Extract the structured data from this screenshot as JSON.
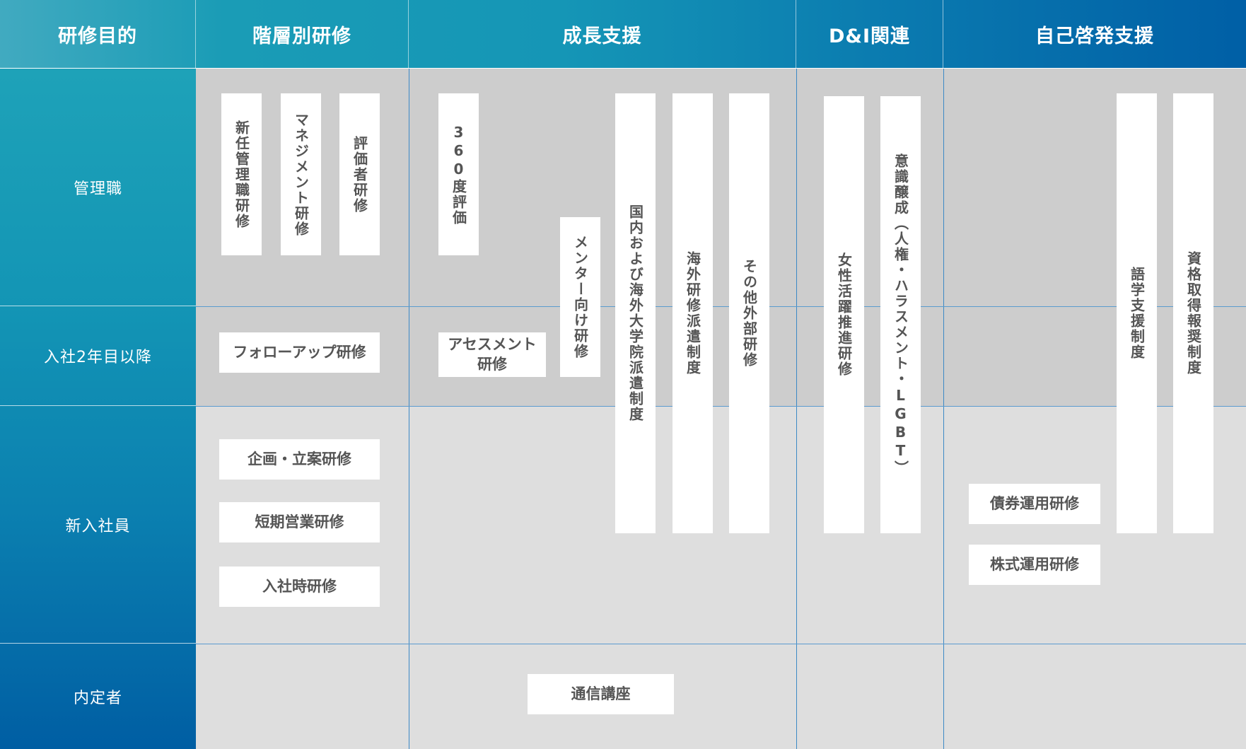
{
  "headers": {
    "purpose": "研修目的",
    "tiered": "階層別研修",
    "growth": "成長支援",
    "dni": "D&I関連",
    "self": "自己啓発支援"
  },
  "rows": {
    "manager": "管理職",
    "second_year": "入社2年目以降",
    "new_hire": "新入社員",
    "prospective": "内定者"
  },
  "tiered": {
    "new_manager": "新任管理職研修",
    "management": "マネジメント研修",
    "evaluator": "評価者研修",
    "follow_up": "フォローアップ研修",
    "planning": "企画・立案研修",
    "short_sales": "短期営業研修",
    "onboarding": "入社時研修"
  },
  "growth": {
    "eval_360": "360度評価",
    "assessment": "アセスメント\n研修",
    "mentor": "メンター向け研修",
    "grad_school": "国内および海外大学院派遣制度",
    "overseas": "海外研修派遣制度",
    "external": "その他外部研修",
    "correspondence": "通信講座"
  },
  "dni": {
    "women": "女性活躍推進研修",
    "awareness": "意識醸成（人権・ハラスメント・LGBT）"
  },
  "self": {
    "bond": "債券運用研修",
    "stock": "株式運用研修",
    "language": "語学支援制度",
    "qualification": "資格取得報奨制度"
  },
  "colors": {
    "header_start": "#41aac0",
    "header_end": "#005fa6",
    "zone_dark": "#cdcdcd",
    "zone_light": "#dedede",
    "box_text": "#555555"
  }
}
